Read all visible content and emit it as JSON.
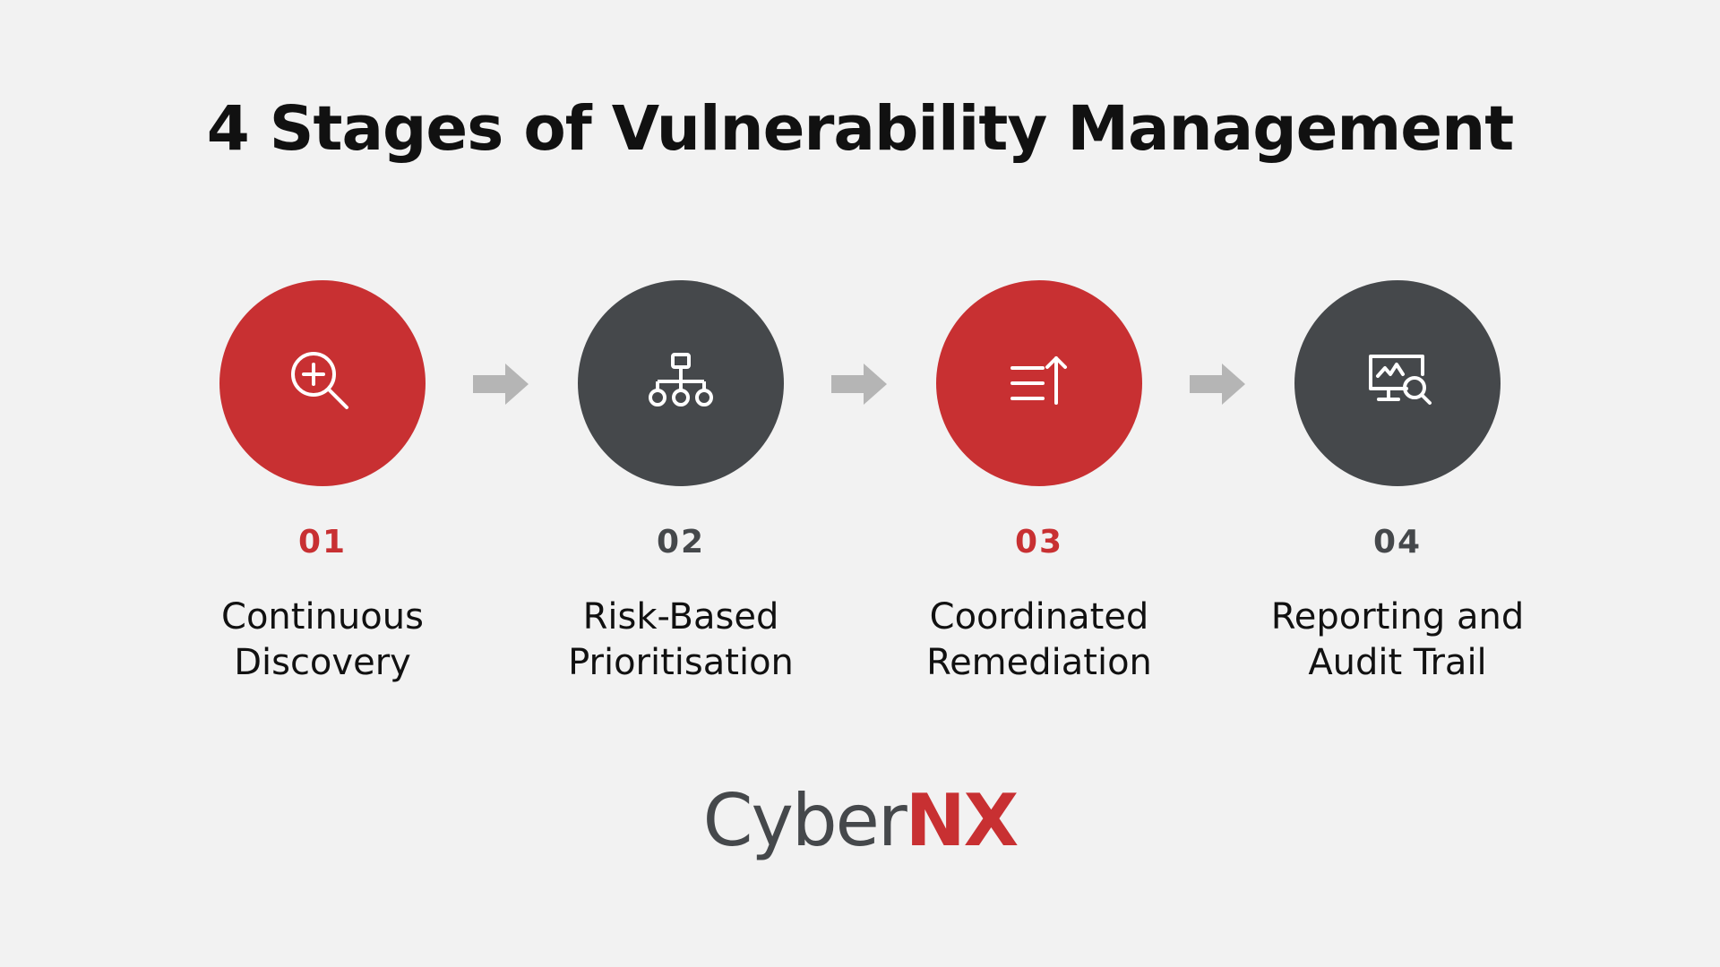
{
  "title": "4 Stages of Vulnerability Management",
  "colors": {
    "red": "#c83032",
    "dark": "#45484b",
    "background": "#f2f2f2",
    "arrow": "#b5b5b5"
  },
  "stages": [
    {
      "number": "01",
      "label_line1": "Continuous",
      "label_line2": "Discovery",
      "icon": "magnifier-plus-icon",
      "color": "red"
    },
    {
      "number": "02",
      "label_line1": "Risk-Based",
      "label_line2": "Prioritisation",
      "icon": "hierarchy-icon",
      "color": "dark"
    },
    {
      "number": "03",
      "label_line1": "Coordinated",
      "label_line2": "Remediation",
      "icon": "list-arrow-up-icon",
      "color": "red"
    },
    {
      "number": "04",
      "label_line1": "Reporting and",
      "label_line2": "Audit Trail",
      "icon": "monitor-search-icon",
      "color": "dark"
    }
  ],
  "logo": {
    "part1": "Cyber",
    "part2": "NX"
  }
}
